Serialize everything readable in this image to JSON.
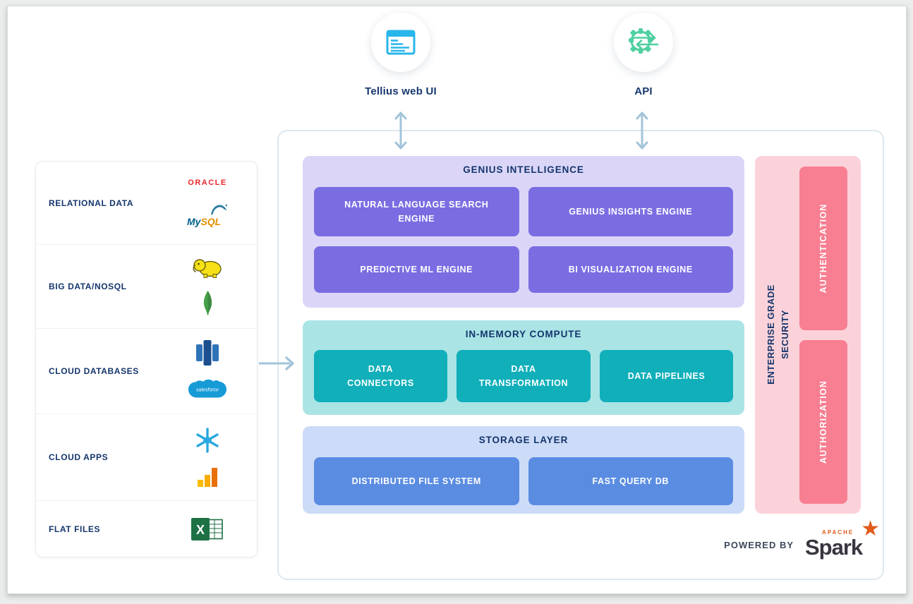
{
  "top_nodes": [
    {
      "label": "Tellius web UI",
      "icon": "browser-window-icon",
      "icon_color": "#29b6ea"
    },
    {
      "label": "API",
      "icon": "gear-sync-icon",
      "icon_color": "#4fd0a0"
    }
  ],
  "sources": {
    "rows": [
      {
        "label": "RELATIONAL DATA",
        "logos": [
          "oracle",
          "mysql"
        ]
      },
      {
        "label": "BIG DATA/NOSQL",
        "logos": [
          "hadoop",
          "mongodb"
        ]
      },
      {
        "label": "CLOUD DATABASES",
        "logos": [
          "redshift",
          "salesforce"
        ]
      },
      {
        "label": "CLOUD APPS",
        "logos": [
          "snowflake",
          "google-analytics"
        ]
      },
      {
        "label": "FLAT FILES",
        "logos": [
          "excel"
        ]
      }
    ]
  },
  "sections": [
    {
      "title": "GENIUS INTELLIGENCE",
      "bg": "#dbd6f7",
      "button_color": "#7a6de2",
      "buttons": [
        "NATURAL LANGUAGE SEARCH ENGINE",
        "GENIUS INSIGHTS ENGINE",
        "PREDICTIVE ML ENGINE",
        "BI VISUALIZATION ENGINE"
      ]
    },
    {
      "title": "IN-MEMORY COMPUTE",
      "bg": "#aae4e5",
      "button_color": "#10afba",
      "buttons": [
        "DATA CONNECTORS",
        "DATA TRANSFORMATION",
        "DATA PIPELINES"
      ]
    },
    {
      "title": "STORAGE LAYER",
      "bg": "#ccdbf7",
      "button_color": "#5a8ce2",
      "buttons": [
        "DISTRIBUTED FILE SYSTEM",
        "FAST QUERY DB"
      ]
    }
  ],
  "security": {
    "title": "ENTERPRISE GRADE SECURITY",
    "bg": "#fbd2da",
    "button_color": "#f87e91",
    "buttons": [
      "AUTHENTICATION",
      "AUTHORIZATION"
    ]
  },
  "powered_by": {
    "label": "POWERED BY",
    "brand_top": "APACHE",
    "brand": "Spark",
    "star": "★",
    "star_color": "#e25a1c"
  },
  "logo_texts": {
    "oracle": "ORACLE",
    "mysql_my": "My",
    "mysql_sql": "SQL",
    "salesforce": "salesforce",
    "excel_x": "X"
  },
  "colors": {
    "navy_text": "#17386e",
    "arrow": "#a3c4da",
    "panel_border": "#dde7ee",
    "genius_bg": "#dbd6f7",
    "genius_btn": "#7a6de2",
    "memory_bg": "#aae4e5",
    "memory_btn": "#10afba",
    "storage_bg": "#ccdbf7",
    "storage_btn": "#5a8ce2",
    "security_bg": "#fbd2da",
    "security_btn": "#f87e91",
    "webui_icon": "#29b6ea",
    "api_icon": "#4fd0a0"
  }
}
